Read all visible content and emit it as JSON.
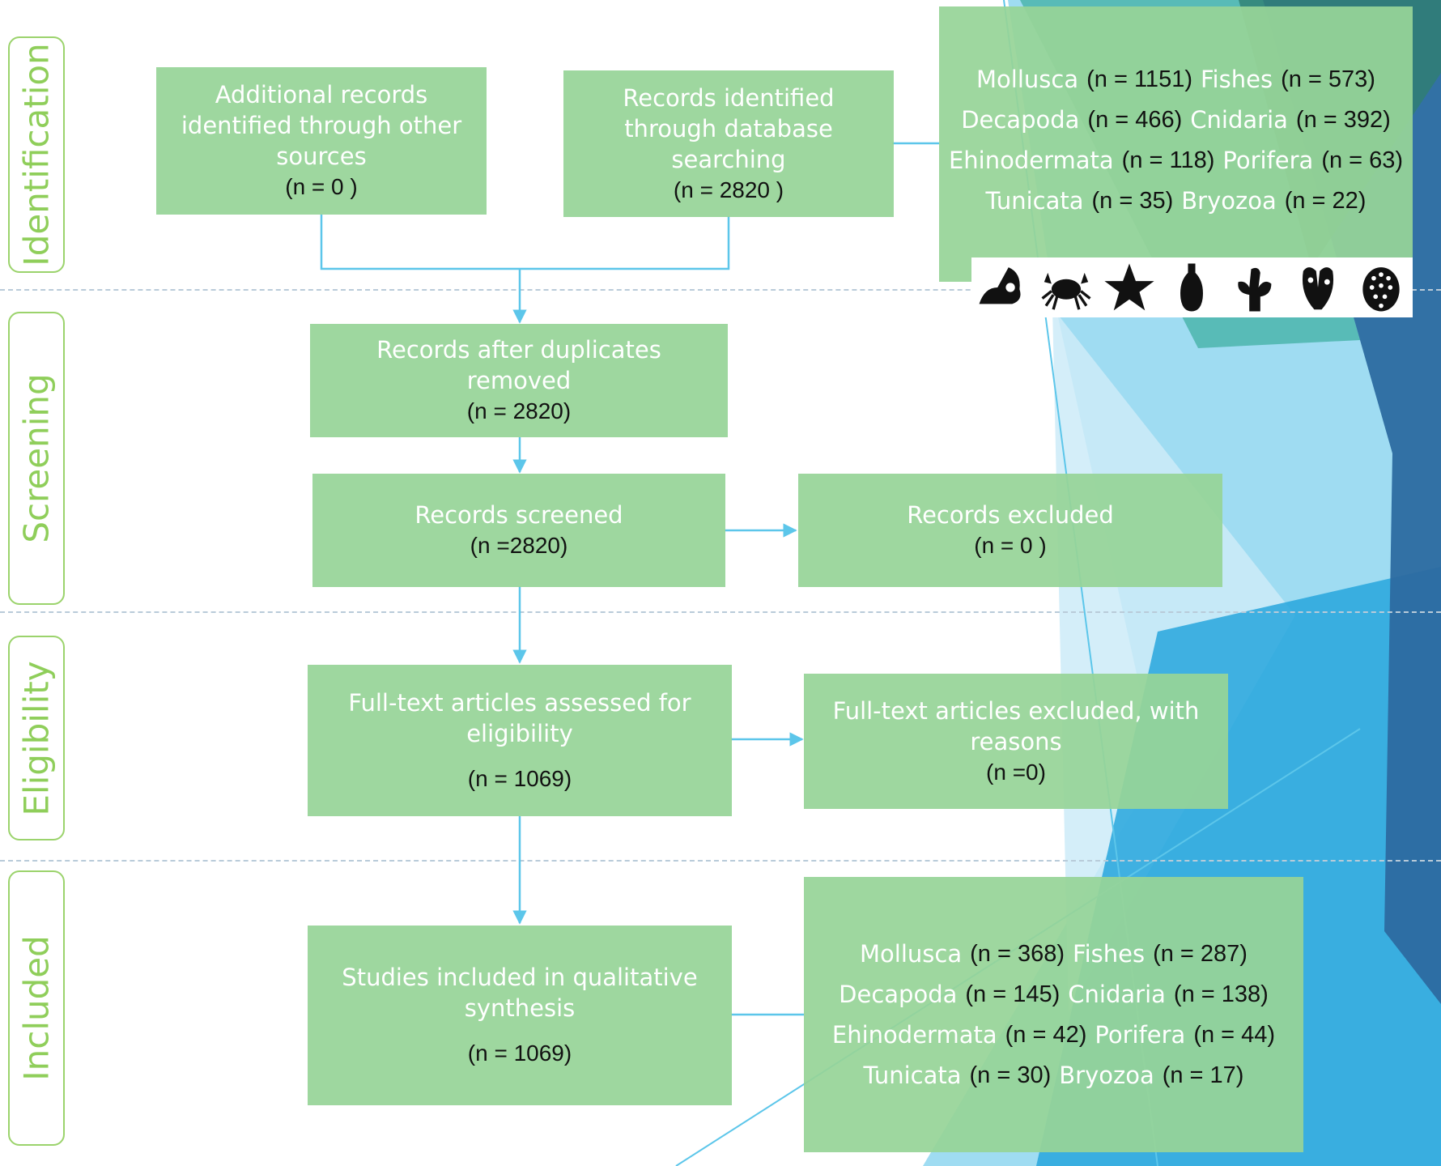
{
  "phases": {
    "identification": "Identification",
    "screening": "Screening",
    "eligibility": "Eligibility",
    "included": "Included"
  },
  "boxes": {
    "additional": {
      "title": "Additional records identified through other sources",
      "count": "(n = 0 )"
    },
    "database": {
      "title": "Records identified through database searching",
      "count": "(n =  2820 )"
    },
    "dedup": {
      "title": "Records after duplicates removed",
      "count": "(n = 2820)"
    },
    "screened": {
      "title": "Records screened",
      "count": "(n =2820)"
    },
    "excluded": {
      "title": "Records excluded",
      "count": "(n =  0 )"
    },
    "fulltext": {
      "title": "Full-text articles assessed for eligibility",
      "count": "(n = 1069)"
    },
    "fulltext_excluded": {
      "title": "Full-text articles excluded, with reasons",
      "count": "(n =0)"
    },
    "included": {
      "title": "Studies included in qualitative synthesis",
      "count": "(n = 1069)"
    }
  },
  "taxa_identified": [
    [
      {
        "name": "Mollusca",
        "count": "(n = 1151)"
      },
      {
        "name": "Fishes",
        "count": "(n = 573)"
      }
    ],
    [
      {
        "name": "Decapoda",
        "count": "(n = 466)"
      },
      {
        "name": "Cnidaria",
        "count": "(n = 392)"
      }
    ],
    [
      {
        "name": "Ehinodermata",
        "count": "(n = 118)"
      },
      {
        "name": "Porifera",
        "count": "(n = 63)"
      }
    ],
    [
      {
        "name": "Tunicata",
        "count": "(n = 35)"
      },
      {
        "name": "Bryozoa",
        "count": "(n = 22)"
      }
    ]
  ],
  "taxa_included": [
    [
      {
        "name": "Mollusca",
        "count": "(n = 368)"
      },
      {
        "name": "Fishes",
        "count": "(n = 287)"
      }
    ],
    [
      {
        "name": "Decapoda",
        "count": "(n = 145)"
      },
      {
        "name": "Cnidaria",
        "count": "(n = 138)"
      }
    ],
    [
      {
        "name": "Ehinodermata",
        "count": "(n = 42)"
      },
      {
        "name": "Porifera",
        "count": "(n = 44)"
      }
    ],
    [
      {
        "name": "Tunicata",
        "count": "(n = 30)"
      },
      {
        "name": "Bryozoa",
        "count": "(n = 17)"
      }
    ]
  ],
  "icons": [
    "snail-icon",
    "crab-icon",
    "starfish-icon",
    "tunicate-icon",
    "coral-icon",
    "sponge-icon",
    "bryozoa-icon"
  ],
  "colors": {
    "box": "#97d498",
    "arrow": "#5cc6ea",
    "phase": "#8fce5a",
    "accent_blue": "#1f9ad6"
  }
}
